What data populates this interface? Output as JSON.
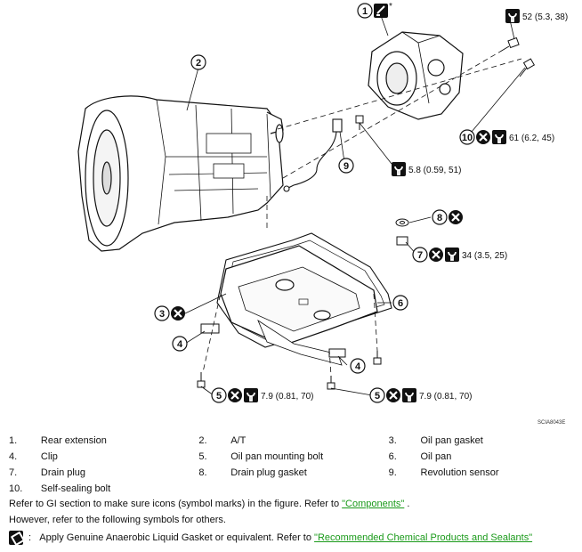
{
  "diagram": {
    "code": "SCIA8043E",
    "asterisk": "*",
    "callouts": [
      "1",
      "2",
      "3",
      "4",
      "4",
      "5",
      "5",
      "6",
      "7",
      "8",
      "9",
      "10"
    ],
    "torque": {
      "rear_bolt": "52 (5.3, 38)",
      "self_sealing": "61 (6.2, 45)",
      "clip_bolt": "5.8 (0.59, 51)",
      "drain_plug": "34 (3.5, 25)",
      "pan_bolt_left": "7.9 (0.81, 70)",
      "pan_bolt_right": "7.9 (0.81, 70)"
    }
  },
  "legend": [
    [
      {
        "n": "1.",
        "t": "Rear extension"
      },
      {
        "n": "2.",
        "t": "A/T"
      },
      {
        "n": "3.",
        "t": "Oil pan gasket"
      }
    ],
    [
      {
        "n": "4.",
        "t": "Clip"
      },
      {
        "n": "5.",
        "t": "Oil pan mounting bolt"
      },
      {
        "n": "6.",
        "t": "Oil pan"
      }
    ],
    [
      {
        "n": "7.",
        "t": "Drain plug"
      },
      {
        "n": "8.",
        "t": "Drain plug gasket"
      },
      {
        "n": "9.",
        "t": "Revolution sensor"
      }
    ],
    [
      {
        "n": "10.",
        "t": "Self-sealing bolt"
      }
    ]
  ],
  "notes": {
    "refer_text": "Refer to GI section to make sure icons (symbol marks) in the figure. Refer to ",
    "refer_link": "\"Components\"",
    "refer_end": " .",
    "however": "However, refer to the following symbols for others.",
    "symbol_sep": ":",
    "symbol_text": "Apply Genuine Anaerobic Liquid Gasket or equivalent. Refer to ",
    "symbol_link": "\"Recommended Chemical Products and Sealants\""
  }
}
